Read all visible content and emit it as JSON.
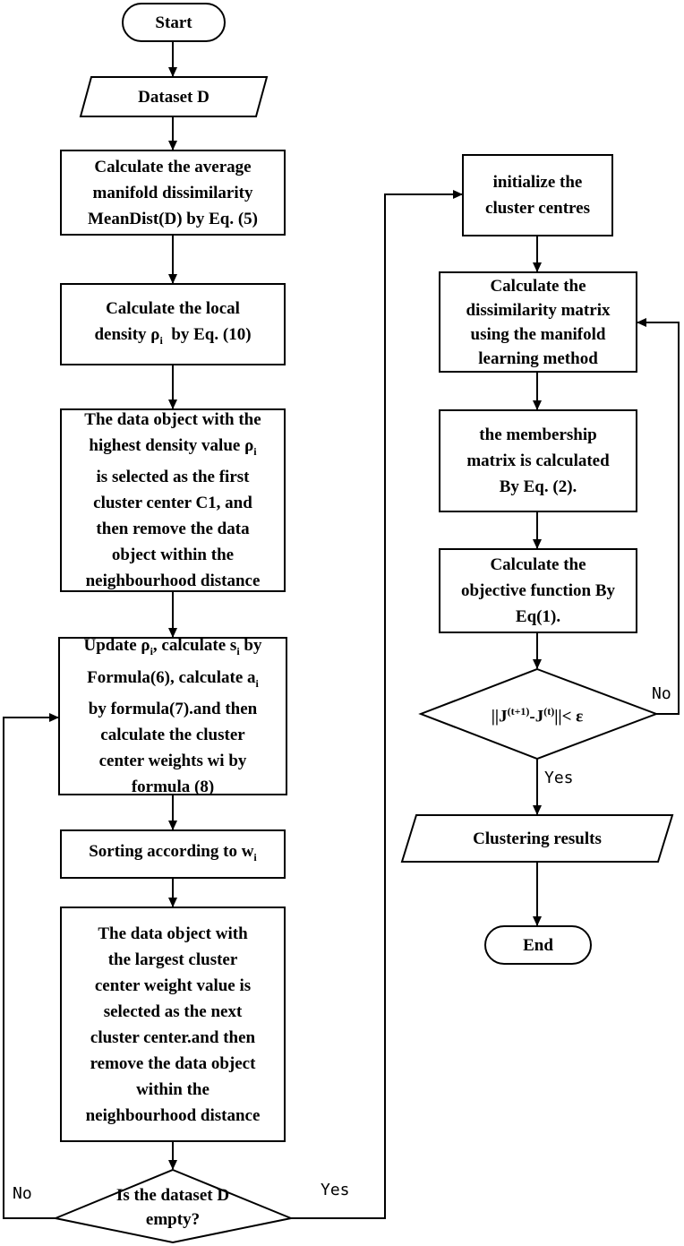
{
  "nodes": {
    "start": "Start",
    "dataset": "Dataset D",
    "meandist": [
      "Calculate the average",
      "manifold dissimilarity",
      "MeanDist(D)  by Eq. (5)"
    ],
    "density": {
      "line1": "Calculate the local",
      "line2_pre": "density ρ",
      "line2_sub": "i",
      "line2_post": "  by Eq. (10)"
    },
    "first_center": {
      "line1": "The data object with the",
      "line2_pre": "highest density value ρ",
      "line2_sub": "i",
      "lines": [
        "is selected as the first",
        "cluster center C1, and",
        "then remove the data",
        "object within the",
        "neighbourhood distance"
      ]
    },
    "update": {
      "l1_a": "Update ρ",
      "l1_sub1": "i",
      "l1_b": ", calculate s",
      "l1_sub2": "i",
      "l1_c": " by",
      "l2_a": "Formula(6), calculate a",
      "l2_sub": "i",
      "lines": [
        "by formula(7).and then",
        "calculate the cluster",
        "center weights wi by",
        "formula (8)"
      ]
    },
    "sorting": {
      "pre": "Sorting according to w",
      "sub": "i"
    },
    "next_center": [
      "The data object with",
      "the largest cluster",
      "center weight value is",
      "selected as the next",
      "cluster center.and then",
      "remove the data object",
      "within the",
      "neighbourhood distance"
    ],
    "empty_decision": [
      "Is the dataset D",
      "empty?"
    ],
    "init_centres": [
      "initialize the",
      "cluster centres"
    ],
    "dissim_matrix": [
      "Calculate the",
      "dissimilarity matrix",
      "using the manifold",
      "learning method"
    ],
    "membership": [
      "the membership",
      "matrix is calculated",
      "By Eq. (2)."
    ],
    "objective": [
      "Calculate the",
      "objective function By",
      "Eq(1)."
    ],
    "converge_decision": {
      "a": "||J",
      "sup1": "(t+1)",
      "b": "-J",
      "sup2": "(t)",
      "c": "||< ε"
    },
    "results": "Clustering results",
    "end": "End"
  },
  "edge_labels": {
    "empty_no": "No",
    "empty_yes": "Yes",
    "converge_no": "No",
    "converge_yes": "Yes"
  }
}
